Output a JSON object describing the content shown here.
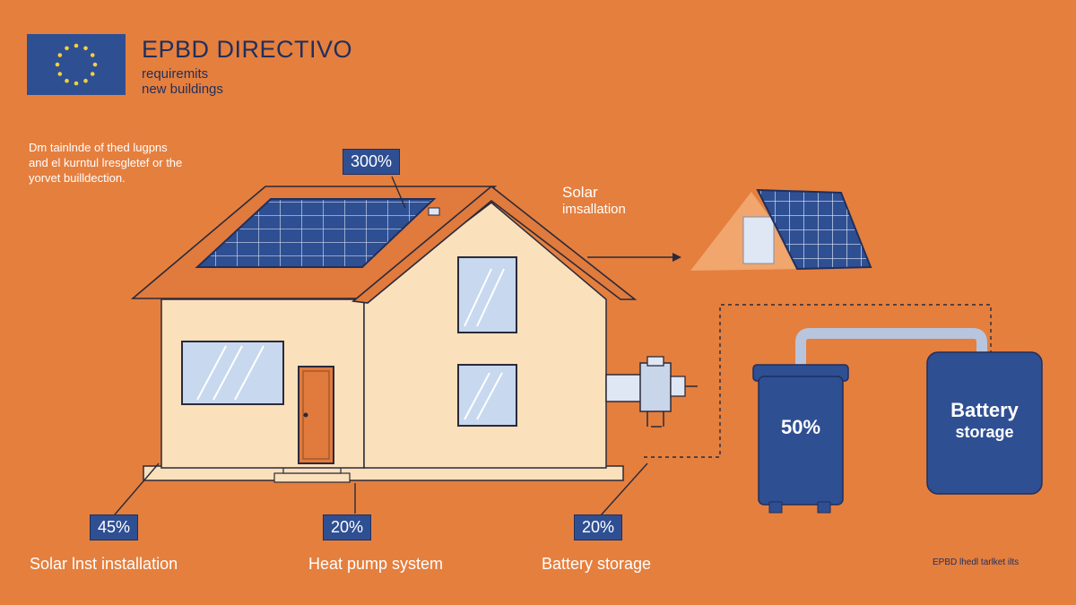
{
  "header": {
    "title": "EPBD DIRECTIVO",
    "subtitle_line1": "requiremits",
    "subtitle_line2": "new buildings"
  },
  "intro": {
    "line1": "Dm tainlnde of thed lugpns",
    "line2": "and el kurntul lresgletef or the",
    "line3": "yorvet builldection."
  },
  "callouts": {
    "roof_percent": "300%",
    "solar_title": "Solar",
    "solar_subtitle": "imsallation"
  },
  "tanks": {
    "left_percent": "50%",
    "right_line1": "Battery",
    "right_line2": "storage"
  },
  "stats": [
    {
      "percent": "45%",
      "label": "Solar lnst installation"
    },
    {
      "percent": "20%",
      "label": "Heat pump system"
    },
    {
      "percent": "20%",
      "label": "Battery storage"
    }
  ],
  "footnote": "EPBD lhedl tarlket ilts",
  "colors": {
    "background": "#e57f3e",
    "navy": "#2f4f93",
    "house_wall": "#fbe0bc",
    "roof": "#e07a3d",
    "outline": "#2a2a3a",
    "flag_star": "#f2d23a"
  }
}
